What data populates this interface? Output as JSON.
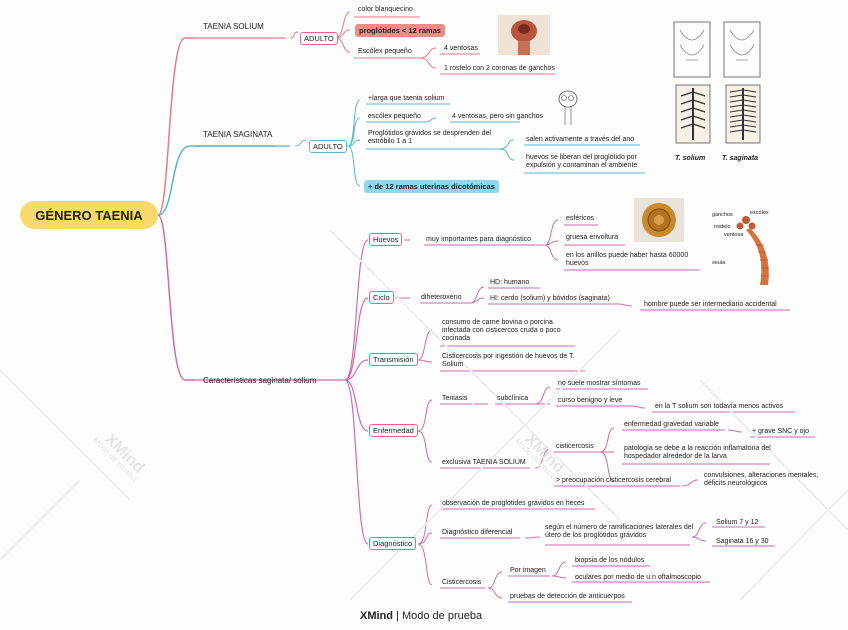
{
  "root": "GÉNERO TAENIA",
  "branches": {
    "solium": {
      "title": "TAENIA SOLIUM",
      "adulto": "ADULTO",
      "color": "color blanquecino",
      "proglotides": "proglótides < 12 ramas",
      "escolex": "Escólex pequeño",
      "ventosas": "4 ventosas",
      "rostelo": "1 rostelo con 2 coronas de ganchos"
    },
    "saginata": {
      "title": "TAENIA SAGINATA",
      "adulto": "ADULTO",
      "larga": "+larga que taenia solium",
      "escolex": "escólex pequeño",
      "ventosas": "4 ventosas, pero sin ganchos",
      "proglotidos": "Proglótidos grávidos se desprenden del estróbilo 1 a 1",
      "salen": "salen activamente a través del ano",
      "huevos": "huevos se liberan del proglótido por expulsión y contaminan el ambiente",
      "ramas": "+ de 12 ramas uterinas dicotómicas"
    },
    "caracteristicas": {
      "title": "Características saginata/ solium",
      "huevos": {
        "label": "Huevos",
        "diag": "muy importantes para diagnóstico",
        "esfericos": "esféricos",
        "gruesa": "gruesa envoltura",
        "anillos": "en los anillos puede haber hasta 60000 huevos"
      },
      "ciclo": {
        "label": "Ciclo",
        "dihet": "diheteroxeno",
        "hd": "HD: humano",
        "hi": "HI: cerdo (solium) y bóvidos (saginata)",
        "hombre": "hombre puede ser intermediario accidental"
      },
      "transmision": {
        "label": "Transmisión",
        "consumo": "consumo de carne bovina o porcina infectada con cisticercos cruda o poco cocinada",
        "cisti": "Cisticercosis por ingestión de huevos de T. Solium"
      },
      "enfermedad": {
        "label": "Enfermedad",
        "teniasis": "Teniasis",
        "subclinica": "subclínica",
        "nosuele": "no suele mostrar síntomas",
        "curso": "curso benigno y leve",
        "ent": "en la T solium son todavía menos activos",
        "exclusiva": "exclusiva TAENIA SOLIUM",
        "cisticercosis": "cisticercosis",
        "gravedad": "enfermedad gravedad variable",
        "snc": "+ grave SNC y ojo",
        "patologia": "patología se debe a la reacción inflamatoria del hospedador alrededor de la larva",
        "preocup": "> preocupación cisticercosis cerebral",
        "convul": "convulsiones, alteraciones mentales, déficits neurológicos"
      },
      "diagnostico": {
        "label": "Diagnóstico",
        "observacion": "observación de proglótides grávidos en heces",
        "difer": "Diagnóstico diferencial",
        "segun": "según el número de ramificaciones laterales del útero de los proglótidos grávidos",
        "solium": "Solium 7 y 12",
        "saginata": "Saginata 16 y 30",
        "cistic": "Cisticercosis",
        "imagen": "Por imagen",
        "biopsia": "biopsia de los nódulos",
        "oculares": "oculares por medio de u n oftalmoscopio",
        "pruebas": "pruebas de detección de anticuerpos"
      }
    }
  },
  "figure_labels": {
    "tsolium": "T. solium",
    "tsaginata": "T. saginata",
    "ganchos": "ganchos",
    "escolex": "escólex",
    "rostelo": "rostelo",
    "ventosa": "ventosa",
    "xeula": "xeula"
  },
  "watermark": {
    "brand": "XMind",
    "sub": "Modo de prueba"
  },
  "footer": {
    "brand": "XMind",
    "sep": "|",
    "text": "Modo de prueba"
  }
}
